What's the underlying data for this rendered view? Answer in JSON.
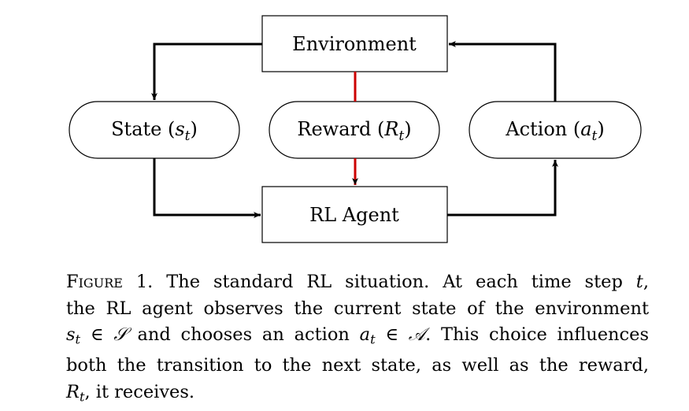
{
  "nodes": {
    "environment": "Environment",
    "state": {
      "text": "State (",
      "sym": "s",
      "sub": "t",
      "close": ")"
    },
    "reward": {
      "text": "Reward (",
      "sym": "R",
      "sub": "t",
      "close": ")"
    },
    "action": {
      "text": "Action (",
      "sym": "a",
      "sub": "t",
      "close": ")"
    },
    "agent": "RL Agent"
  },
  "colors": {
    "reward_arrow": "#cc0000",
    "stroke": "#000000"
  },
  "caption": {
    "label": "Figure 1.",
    "line1": "The standard RL situation. At each time step ",
    "line1_t": "t",
    "line1_end": ",",
    "line2": "the RL agent observes the current state of the environment",
    "line3_s": "s",
    "line3_sub": "t",
    "line3_in1": " ∈ ",
    "line3_S": "𝒮",
    "line3_mid": " and chooses an action ",
    "line3_a": "a",
    "line3_sub2": "t",
    "line3_in2": " ∈ ",
    "line3_A": "𝒜",
    "line3_end": ". This choice influences",
    "line4": "both the transition to the next state, as well as the reward,",
    "line5_R": "R",
    "line5_sub": "t",
    "line5_end": ", it receives."
  }
}
